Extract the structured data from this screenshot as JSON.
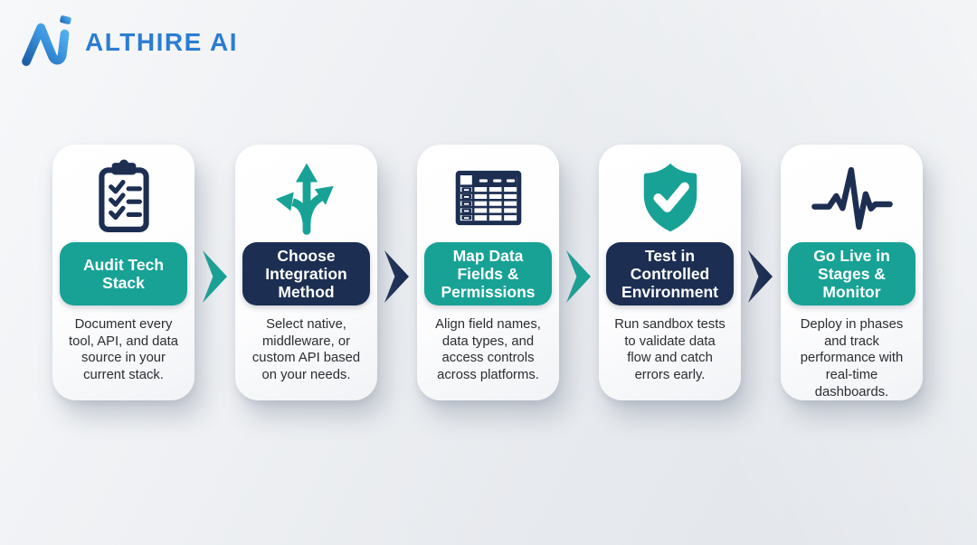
{
  "logo": {
    "icon": "althire-a-monogram-icon",
    "text": "ALTHIRE AI",
    "color": "#2B7DD2"
  },
  "colors": {
    "teal": "#18A296",
    "navy": "#1C2E52",
    "background": "#E9EBEF",
    "card": "#FFFFFF",
    "body_text": "#2B2D31",
    "banner_text": "#FFFFFF"
  },
  "steps": [
    {
      "icon": "clipboard-checklist-icon",
      "icon_color": "navy",
      "banner_color": "teal",
      "title": "Audit Tech\nStack",
      "description": "Document every\ntool, API, and data\nsource in your\ncurrent stack."
    },
    {
      "icon": "three-way-arrows-icon",
      "icon_color": "teal",
      "banner_color": "navy",
      "title": "Choose\nIntegration\nMethod",
      "description": "Select native,\nmiddleware, or\ncustom API based\non your needs."
    },
    {
      "icon": "data-table-icon",
      "icon_color": "navy",
      "banner_color": "teal",
      "title": "Map Data\nFields &\nPermissions",
      "description": "Align field names,\ndata types, and\naccess controls\nacross platforms."
    },
    {
      "icon": "shield-check-icon",
      "icon_color": "teal",
      "banner_color": "navy",
      "title": "Test in\nControlled\nEnvironment",
      "description": "Run sandbox tests\nto validate data\nflow and catch\nerrors early."
    },
    {
      "icon": "pulse-monitor-icon",
      "icon_color": "navy",
      "banner_color": "teal",
      "title": "Go Live in\nStages &\nMonitor",
      "description": "Deploy in phases\nand track\nperformance with\nreal-time\ndashboards."
    }
  ],
  "arrows": [
    {
      "icon": "flow-chevron-icon",
      "color": "teal"
    },
    {
      "icon": "flow-chevron-icon",
      "color": "navy"
    },
    {
      "icon": "flow-chevron-icon",
      "color": "teal"
    },
    {
      "icon": "flow-chevron-icon",
      "color": "navy"
    }
  ]
}
